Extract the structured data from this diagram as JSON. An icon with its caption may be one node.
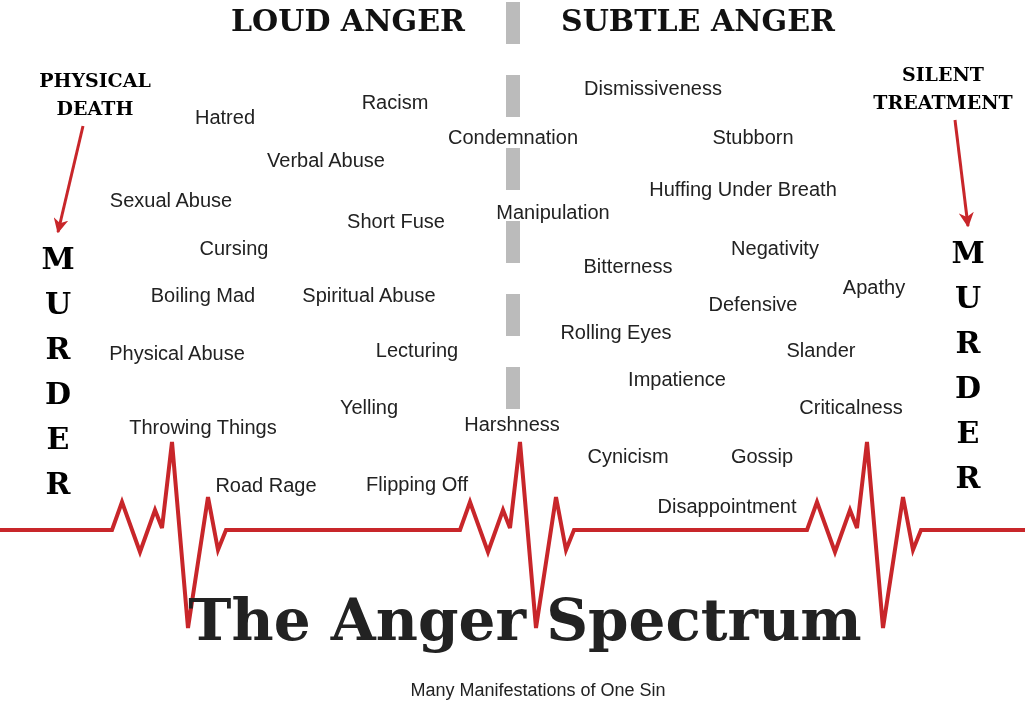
{
  "diagram": {
    "title": "The Anger Spectrum",
    "caption": "Many Manifestations of One Sin",
    "nodes": [
      {
        "text": [
          "PHYSICAL DEATH"
        ]
      },
      {
        "text": [
          "MURDER"
        ]
      },
      {
        "text": [
          "SILENT TREATMENT"
        ]
      },
      {
        "text": [
          "MURDER"
        ]
      }
    ],
    "edges": [
      {
        "from": 0,
        "to": 1,
        "arrow": "to"
      },
      {
        "from": 2,
        "to": 3,
        "arrow": "to"
      }
    ],
    "labels": [
      "LOUD ANGER",
      "SUBTLE ANGER",
      "Dismissiveness",
      "Racism",
      "Hatred",
      "Condemnation",
      "Stubborn",
      "Verbal Abuse",
      "Huffing Under Breath",
      "Sexual Abuse",
      "Manipulation",
      "Short Fuse",
      "Cursing",
      "Negativity",
      "Bitterness",
      "Apathy",
      "Boiling Mad",
      "Spiritual Abuse",
      "Defensive",
      "Rolling Eyes",
      "Lecturing",
      "Slander",
      "Physical Abuse",
      "Impatience",
      "Yelling",
      "Criticalness",
      "Harshness",
      "Throwing Things",
      "Cynicism",
      "Gossip",
      "Flipping Off",
      "Road Rage",
      "Disappointment"
    ]
  }
}
